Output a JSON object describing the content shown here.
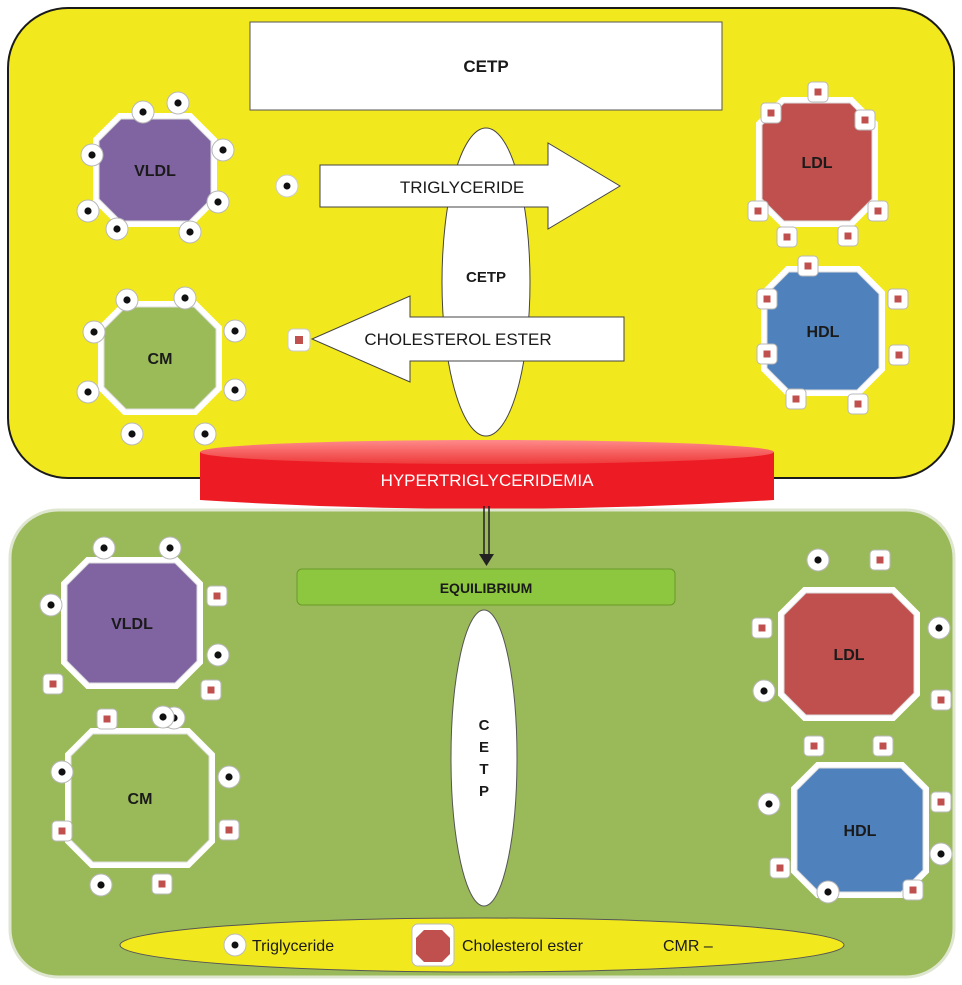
{
  "top_panel": {
    "title_box": "CETP",
    "center_label": "CETP",
    "arrow_right_label": "TRIGLYCERIDE",
    "arrow_left_label": "CHOLESTEROL ESTER",
    "particles": {
      "vldl": "VLDL",
      "cm": "CM",
      "ldl": "LDL",
      "hdl": "HDL"
    }
  },
  "banner": {
    "label": "HYPERTRIGLYCERIDEMIA"
  },
  "bottom_panel": {
    "equilibrium_label": "EQUILIBRIUM",
    "cetp_vertical": [
      "C",
      "E",
      "T",
      "P"
    ],
    "particles": {
      "vldl": "VLDL",
      "cm": "CM",
      "ldl": "LDL",
      "hdl": "HDL"
    }
  },
  "legend": {
    "triglyceride": "Triglyceride",
    "cholesterol_ester": "Cholesterol ester",
    "cmr": "CMR –"
  },
  "colors": {
    "top_bg": "#f2e81e",
    "bottom_bg": "#9aba59",
    "vldl": "#8064a2",
    "cm_top": "#9bbb59",
    "cm_bottom": "#9bbb59",
    "ldl": "#c0504d",
    "hdl": "#4f81bd",
    "banner": "#ed1c24",
    "equilibrium": "#8dc63f",
    "legend": "#f2e81e"
  }
}
